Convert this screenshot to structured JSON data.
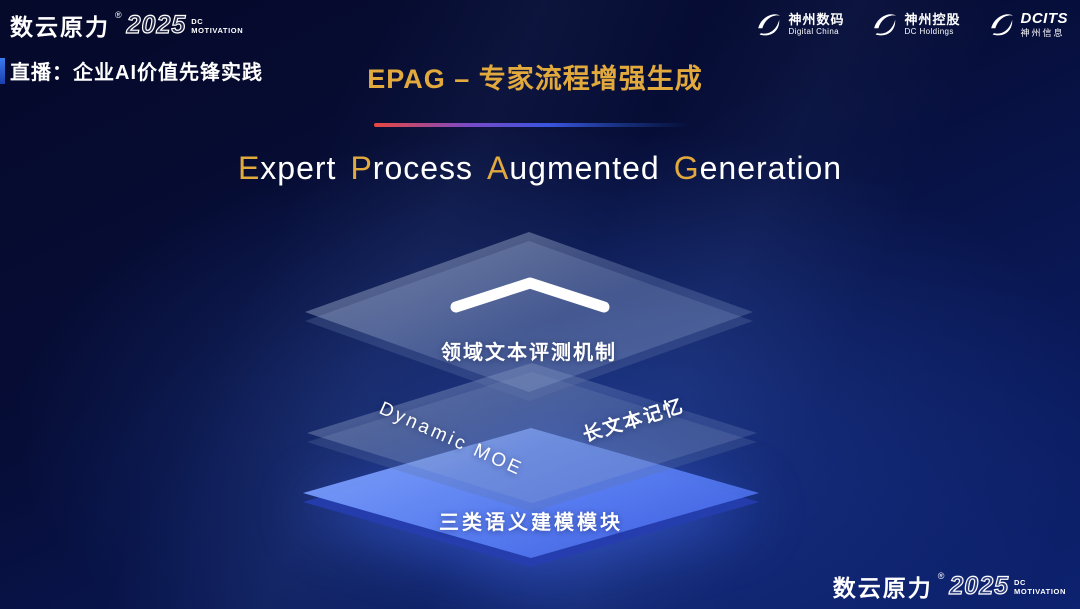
{
  "brand": {
    "name": "数云原力",
    "reg": "®",
    "year": "2025",
    "tag_line1": "DC",
    "tag_line2": "MOTIVATION"
  },
  "header": {
    "stream_label": "直播：企业AI价值先锋实践",
    "page_title": "EPAG – 专家流程增强生成",
    "partners": [
      {
        "name": "神州数码",
        "sub": "Digital China"
      },
      {
        "name": "神州控股",
        "sub": "DC Holdings"
      },
      {
        "name": "DCITS",
        "sub": "神州信息"
      }
    ]
  },
  "main": {
    "title_words": [
      {
        "initial": "E",
        "rest": "xpert"
      },
      {
        "initial": "P",
        "rest": "rocess"
      },
      {
        "initial": "A",
        "rest": "ugmented"
      },
      {
        "initial": "G",
        "rest": "eneration"
      }
    ]
  },
  "diagram": {
    "top_layer_label": "领域文本评测机制",
    "middle_layer_left_label": "Dynamic MOE",
    "middle_layer_right_label": "长文本记忆",
    "bottom_layer_label": "三类语义建模模块"
  },
  "colors": {
    "gold": "#e2a93c",
    "accent_red": "#e8473f",
    "accent_blue": "#3a55e0",
    "deep_blue": "#0a1a5c",
    "layer_blue": "#5a86f0"
  }
}
